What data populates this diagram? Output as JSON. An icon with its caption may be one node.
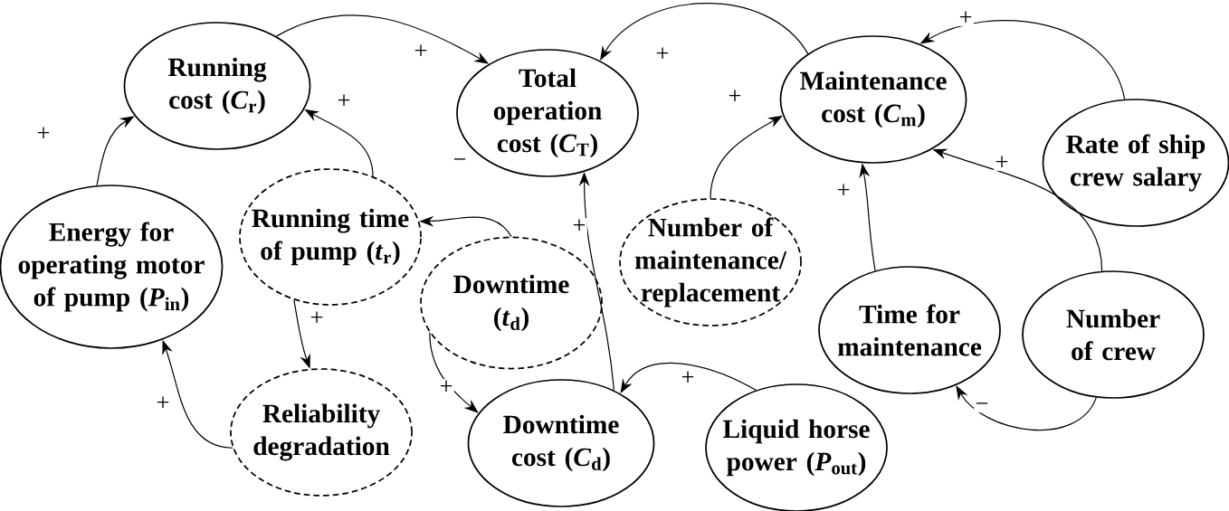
{
  "diagram": {
    "nodes": [
      {
        "text": [
          "Running cost (*C*$_{r}$)"
        ]
      },
      {
        "text": [
          "Total operation cost (*C*$_{T}$)"
        ]
      },
      {
        "text": [
          "Maintenance cost (*C*$_{m}$)"
        ]
      },
      {
        "text": [
          "Rate of ship crew salary"
        ]
      },
      {
        "text": [
          "Energy for operating motor of pump (*P*$_{in}$)"
        ]
      },
      {
        "text": [
          "Running time of pump (*t*$_{r}$)"
        ]
      },
      {
        "text": [
          "Downtime (*t*$_{d}$)"
        ]
      },
      {
        "text": [
          "Number of maintenance/ replacement"
        ]
      },
      {
        "text": [
          "Time for maintenance"
        ]
      },
      {
        "text": [
          "Number of crew"
        ]
      },
      {
        "text": [
          "Reliability degradation"
        ]
      },
      {
        "text": [
          "Downtime cost (*C*$_{d}$)"
        ]
      },
      {
        "text": [
          "Liquid horse power (*P*$_{out}$)"
        ]
      }
    ],
    "edges": [
      {
        "from": 0,
        "to": 1,
        "arrow": "to",
        "label": "+"
      },
      {
        "from": 2,
        "to": 1,
        "arrow": "to",
        "label": "+"
      },
      {
        "from": 3,
        "to": 2,
        "arrow": "to",
        "label": "+"
      },
      {
        "from": 4,
        "to": 0,
        "arrow": "to",
        "label": "+"
      },
      {
        "from": 5,
        "to": 0,
        "arrow": "to",
        "label": "+"
      },
      {
        "from": 6,
        "to": 5,
        "arrow": "to",
        "label": "−"
      },
      {
        "from": 11,
        "to": 1,
        "arrow": "to",
        "label": "+"
      },
      {
        "from": 7,
        "to": 2,
        "arrow": "to",
        "label": "+"
      },
      {
        "from": 8,
        "to": 2,
        "arrow": "to",
        "label": "+"
      },
      {
        "from": 9,
        "to": 2,
        "arrow": "to",
        "label": "+"
      },
      {
        "from": 12,
        "to": 11,
        "arrow": "to",
        "label": "+"
      },
      {
        "from": 9,
        "to": 8,
        "arrow": "to",
        "label": "−"
      },
      {
        "from": 5,
        "to": 10,
        "arrow": "to",
        "label": "+"
      },
      {
        "from": 6,
        "to": 11,
        "arrow": "to",
        "label": "+"
      },
      {
        "from": 10,
        "to": 4,
        "arrow": "to",
        "label": "+"
      }
    ]
  }
}
